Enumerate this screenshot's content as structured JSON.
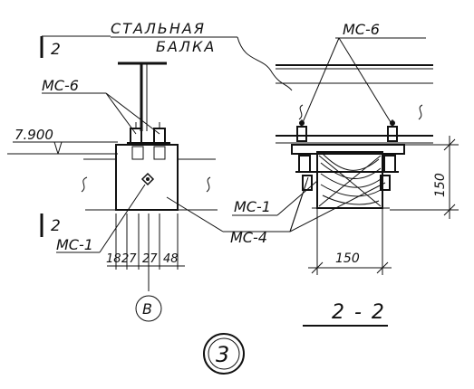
{
  "labels": {
    "title_steel_beam_line1": "СТАЛЬНАЯ",
    "title_steel_beam_line2": "БАЛКА",
    "mark_mc6_left": "МС-6",
    "mark_mc6_right": "МС-6",
    "section_num_top": "2",
    "section_num_bottom": "2",
    "elevation": "7.900",
    "mark_mc1_left": "МС-1",
    "mark_mc1_right": "МС-1",
    "mark_mc4": "МС-4",
    "dims_bottom": [
      "18",
      "27",
      "27",
      "48"
    ],
    "axis_label": "В",
    "dim_width": "150",
    "dim_height": "150",
    "section_title": "2 - 2",
    "detail_number": "3"
  }
}
